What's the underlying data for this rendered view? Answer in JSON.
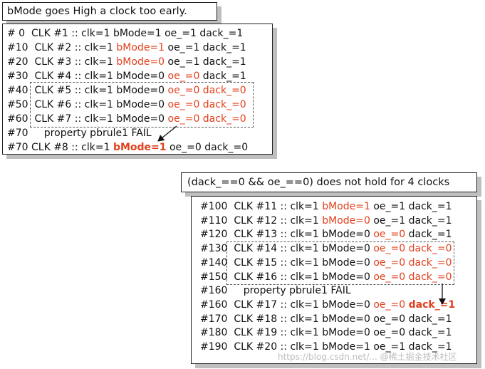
{
  "top": {
    "title": "bMode goes High a clock too early.",
    "lines": [
      [
        {
          "t": "# 0  CLK #1 :: clk=1 bMode=1 oe_=1 dack_=1"
        }
      ],
      [
        {
          "t": "#10  CLK #2 :: clk=1 "
        },
        {
          "t": "bMode=1",
          "c": "red"
        },
        {
          "t": " oe_=1 dack_=1"
        }
      ],
      [
        {
          "t": "#20  CLK #3 :: clk=1 "
        },
        {
          "t": "bMode=0",
          "c": "red"
        },
        {
          "t": " oe_=1 dack_=1"
        }
      ],
      [
        {
          "t": "#30  CLK #4 :: clk=1 bMode=0 "
        },
        {
          "t": "oe_=0",
          "c": "red"
        },
        {
          "t": " dack_=1"
        }
      ],
      [
        {
          "t": "#40  CLK #5 :: clk=1 bMode=0 "
        },
        {
          "t": "oe_=0 dack_=0",
          "c": "red"
        }
      ],
      [
        {
          "t": "#50  CLK #6 :: clk=1 bMode=0 "
        },
        {
          "t": "oe_=0 dack_=0",
          "c": "red"
        }
      ],
      [
        {
          "t": "#60  CLK #7 :: clk=1 bMode=0 "
        },
        {
          "t": "oe_=0 dack_=0",
          "c": "red"
        }
      ],
      [
        {
          "t": "#70     property pbrule1 FAIL"
        }
      ],
      [
        {
          "t": "#70 CLK #8 :: clk=1 "
        },
        {
          "t": "bMode=1",
          "c": "red bold"
        },
        {
          "t": " oe_=0 dack_=0"
        }
      ]
    ]
  },
  "bottom": {
    "title": "(dack_==0 && oe_==0) does not hold for 4 clocks",
    "lines": [
      [
        {
          "t": "#100  CLK #11 :: clk=1 "
        },
        {
          "t": "bMode=1",
          "c": "red"
        },
        {
          "t": " oe_=1 dack_=1"
        }
      ],
      [
        {
          "t": "#110  CLK #12 :: clk=1 "
        },
        {
          "t": "bMode=0",
          "c": "red"
        },
        {
          "t": " oe_=1 dack_=1"
        }
      ],
      [
        {
          "t": "#120  CLK #13 :: clk=1 bMode=0 "
        },
        {
          "t": "oe_=0",
          "c": "red"
        },
        {
          "t": " dack_=1"
        }
      ],
      [
        {
          "t": "#130  CLK #14 :: clk=1 bMode=0 "
        },
        {
          "t": "oe_=0 dack_=0",
          "c": "red"
        }
      ],
      [
        {
          "t": "#140  CLK #15 :: clk=1 bMode=0 "
        },
        {
          "t": "oe_=0 dack_=0",
          "c": "red"
        }
      ],
      [
        {
          "t": "#150  CLK #16 :: clk=1 bMode=0 "
        },
        {
          "t": "oe_=0 dack_=0",
          "c": "red"
        }
      ],
      [
        {
          "t": "#160     property pbrule1 FAIL"
        }
      ],
      [
        {
          "t": "#160  CLK #17 :: clk=1 bMode=0 "
        },
        {
          "t": "oe_=0",
          "c": "red"
        },
        {
          "t": " "
        },
        {
          "t": "dack_=1",
          "c": "red bold"
        }
      ],
      [
        {
          "t": "#170  CLK #18 :: clk=1 bMode=0 oe_=0 dack_=1"
        }
      ],
      [
        {
          "t": "#180  CLK #19 :: clk=1 bMode=0 oe_=0 dack_=1"
        }
      ],
      [
        {
          "t": "#190  CLK #20 :: clk=1 bMode=1 oe_=1 dack_=1"
        }
      ]
    ]
  },
  "watermark": "https://blog.csdn.net/...   @稀土掘金技术社区",
  "colors": {
    "highlight": "#e2401d",
    "shadow": "#bfbfbf"
  }
}
